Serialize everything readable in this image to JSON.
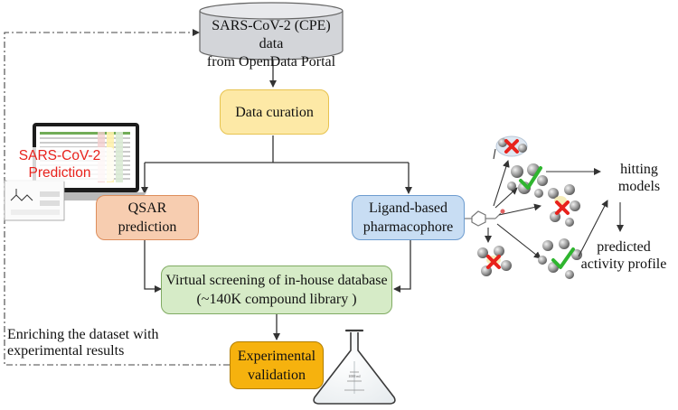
{
  "source": {
    "line1": "SARS-CoV-2 (CPE) data",
    "line2": "from OpenData Portal"
  },
  "curation": {
    "label": "Data curation"
  },
  "qsar": {
    "line1": "QSAR",
    "line2": "prediction"
  },
  "pharmacophore": {
    "line1": "Ligand-based",
    "line2": "pharmacophore"
  },
  "screening": {
    "line1": "Virtual screening of in-house database",
    "line2": "(~140K compound library )"
  },
  "validation": {
    "line1": "Experimental",
    "line2": "validation"
  },
  "app": {
    "line1": "SARS-CoV-2",
    "line2": "Prediction"
  },
  "feedback": {
    "line1": "Enriching the dataset with",
    "line2": "experimental results"
  },
  "pharm_results": {
    "hitting_line1": "hitting",
    "hitting_line2": "models",
    "profile_line1": "predicted",
    "profile_line2": "activity profile"
  },
  "flask": {
    "volume_label": "1000 ml"
  },
  "colors": {
    "curation_fill": "#fde9a6",
    "curation_border": "#e7c34f",
    "qsar_fill": "#f7cdb0",
    "qsar_border": "#dd8e5c",
    "pharm_fill": "#c8ddf3",
    "pharm_border": "#6d9ccf",
    "screening_fill": "#d6ebc7",
    "screening_border": "#80ab62",
    "validation_fill": "#f6b20e",
    "validation_border": "#b27e00",
    "db_fill": "#d3d5d9",
    "app_text": "#e8221c",
    "check": "#2fb52f",
    "cross": "#e8221c"
  }
}
